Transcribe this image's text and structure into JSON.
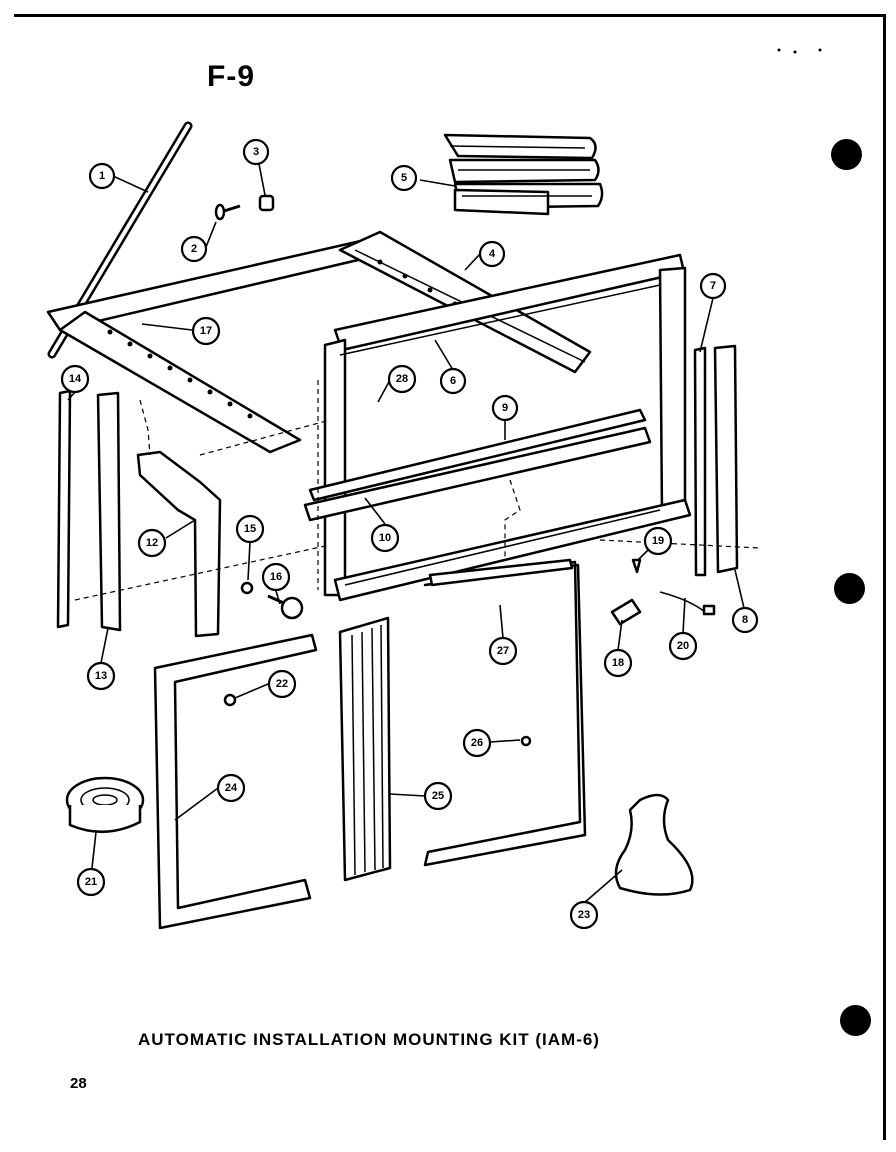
{
  "figure_label": "F-9",
  "caption": "AUTOMATIC INSTALLATION MOUNTING KIT (IAM-6)",
  "page_number": "28",
  "callouts": [
    "1",
    "2",
    "3",
    "4",
    "5",
    "6",
    "7",
    "8",
    "9",
    "10",
    "12",
    "13",
    "14",
    "15",
    "16",
    "17",
    "18",
    "19",
    "20",
    "21",
    "22",
    "23",
    "24",
    "25",
    "26",
    "27",
    "28"
  ]
}
